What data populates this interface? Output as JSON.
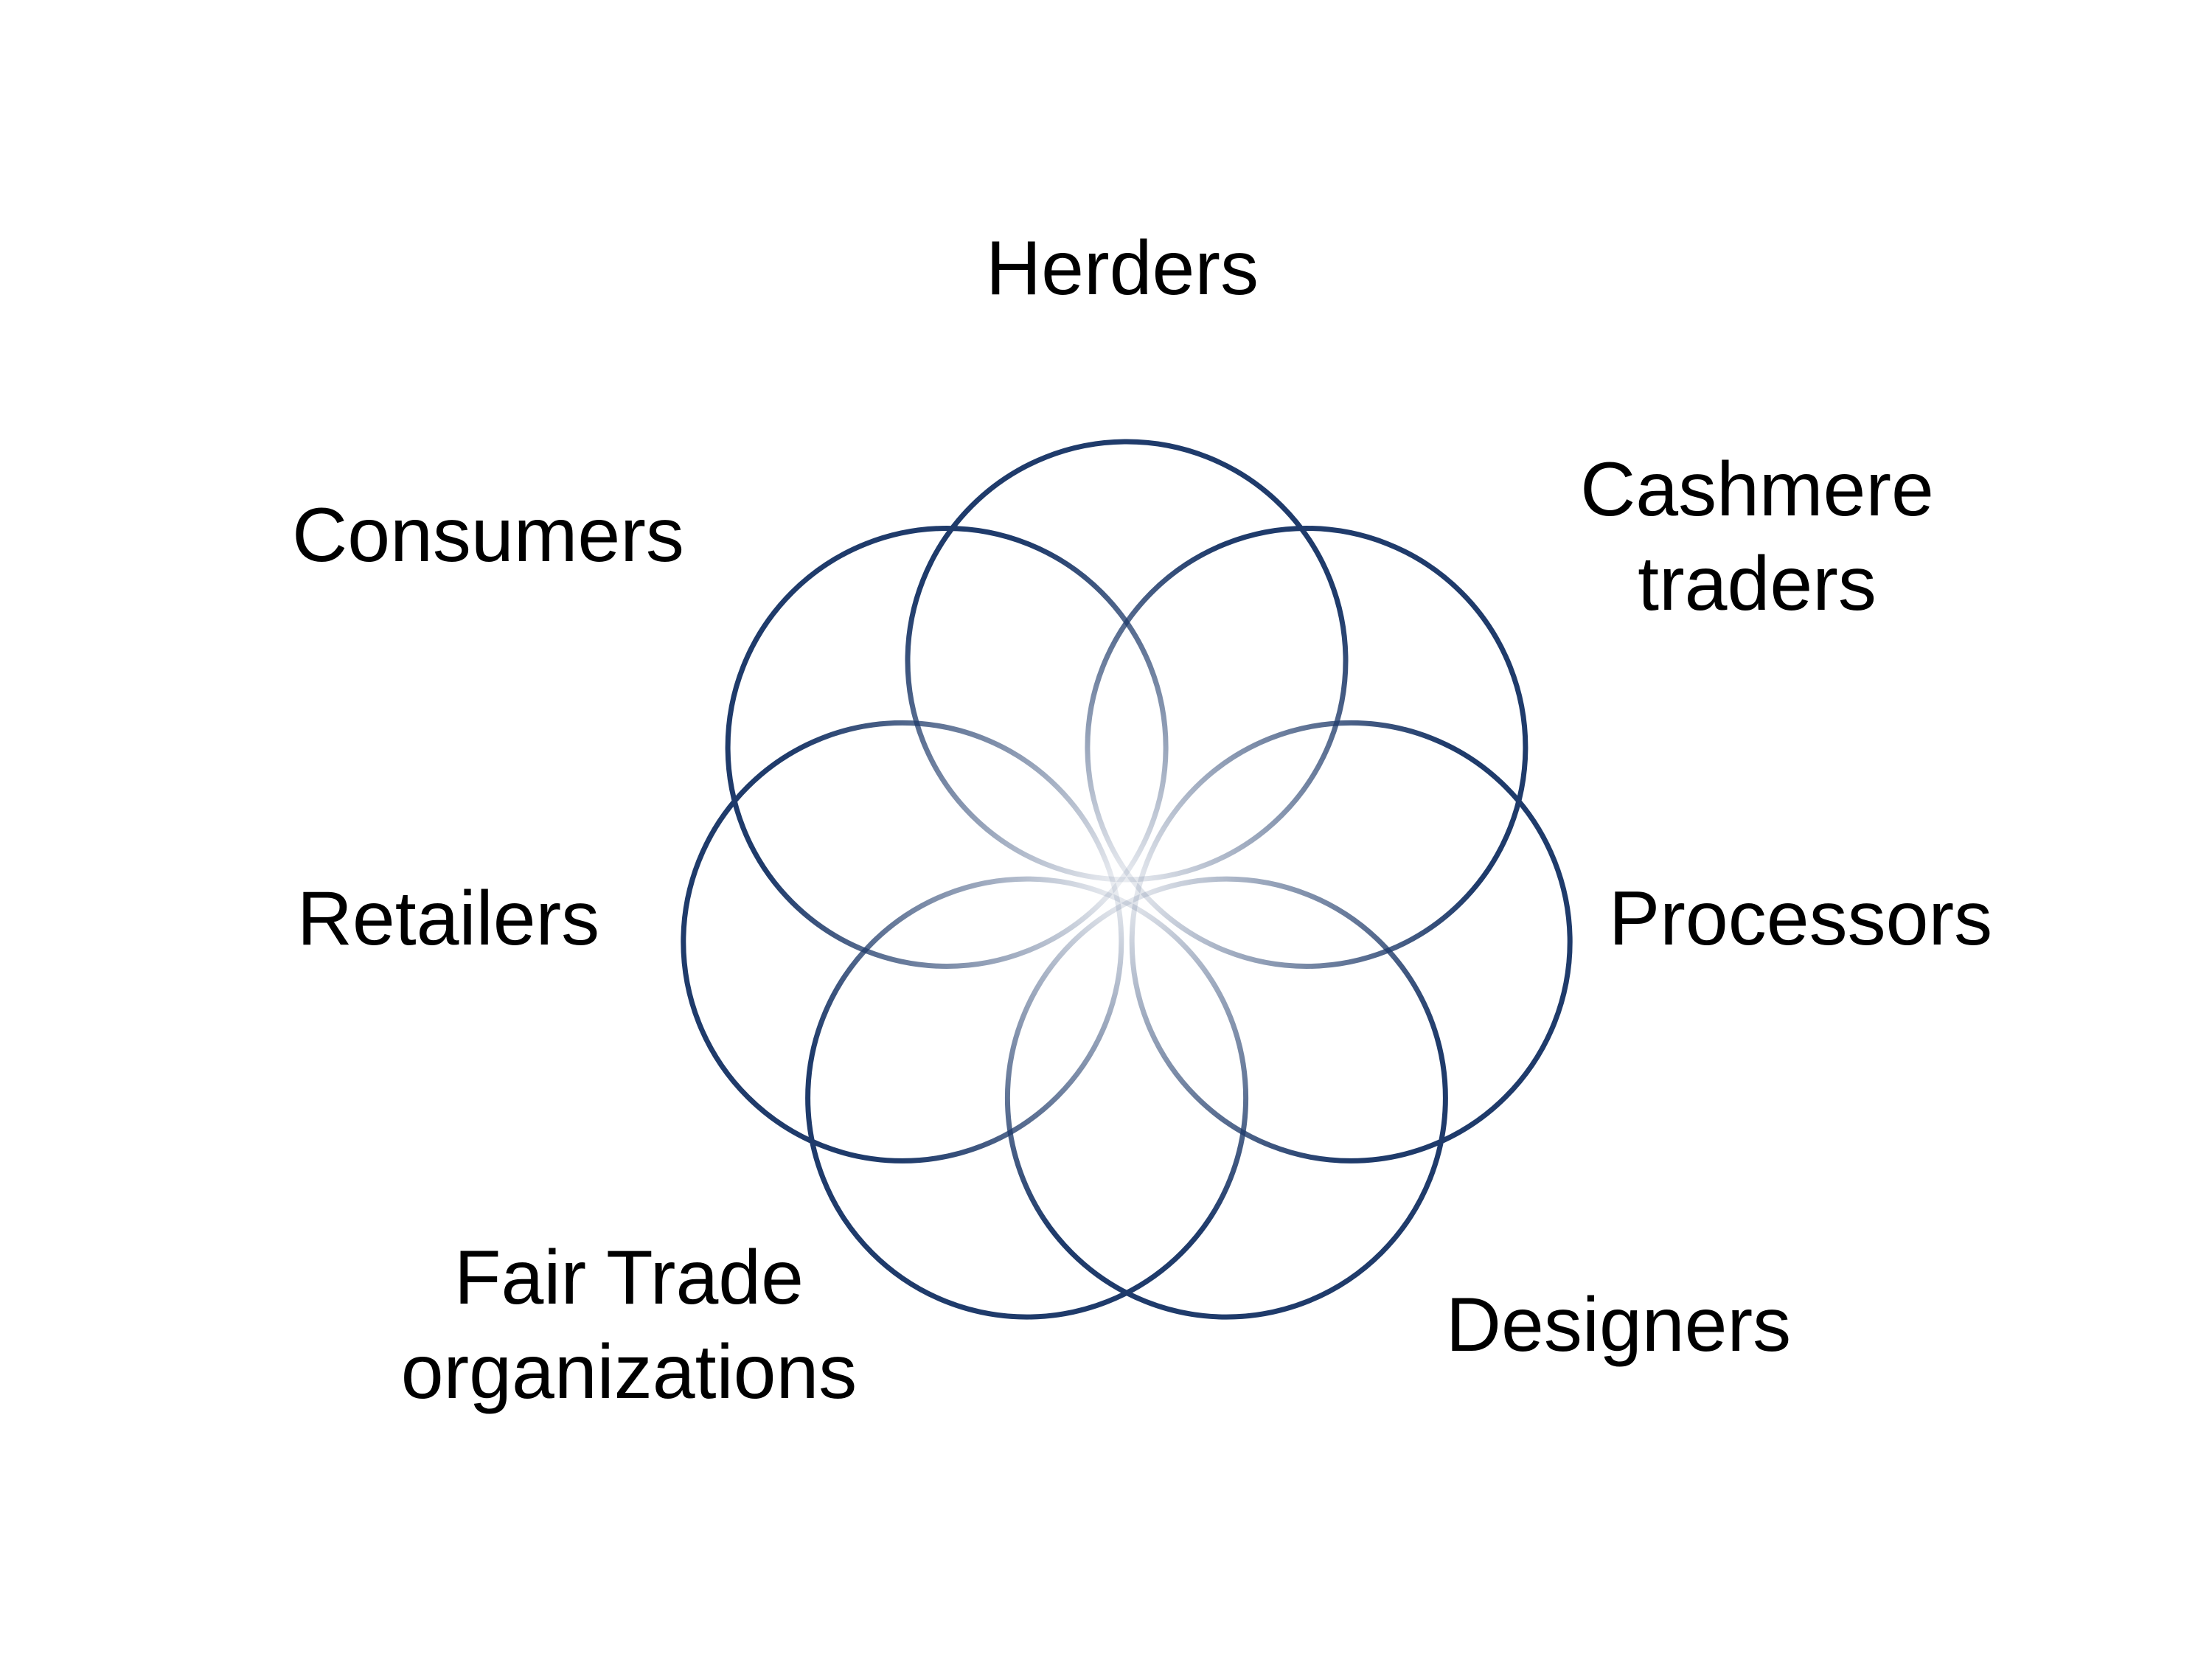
{
  "diagram": {
    "labels": {
      "herders": "Herders",
      "cashmere_traders": [
        "Cashmere",
        "traders"
      ],
      "processors": "Processors",
      "designers": "Designers",
      "fair_trade": [
        "Fair Trade",
        "organizations"
      ],
      "retailers": "Retailers",
      "consumers": "Consumers"
    },
    "colors": {
      "stroke": "#1f3b6b",
      "background": "#ffffff",
      "text": "#000000"
    }
  }
}
